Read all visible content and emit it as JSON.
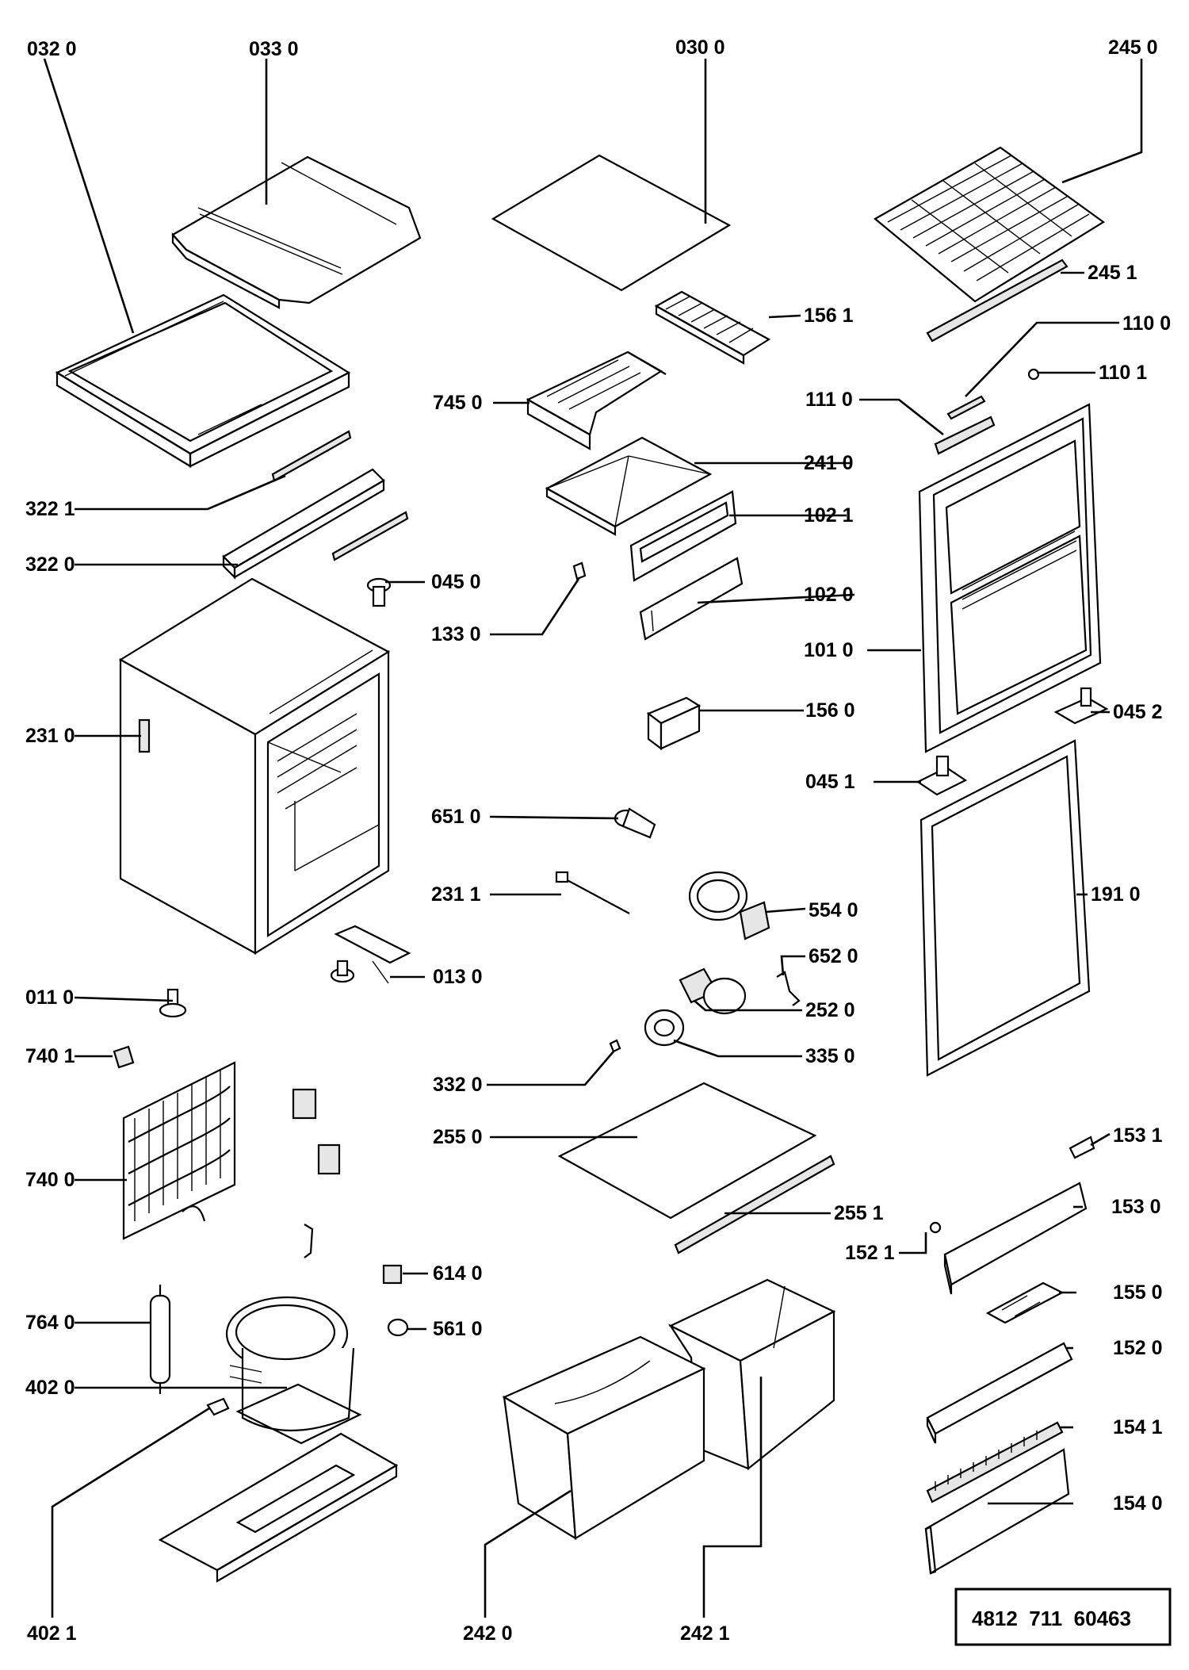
{
  "diagram": {
    "catalog_number": "4812  711  60463",
    "labels": {
      "p032_0": "032 0",
      "p033_0": "033  0",
      "p030_0": "030 0",
      "p245_0": "245 0",
      "p245_1": "245 1",
      "p156_1": "156 1",
      "p110_0": "110 0",
      "p110_1": "110 1",
      "p745_0": "745 0",
      "p111_0": "111  0",
      "p241_0": "241 0",
      "p322_1": "322 1",
      "p102_1": "102 1",
      "p322_0": "322 0",
      "p045_0": "045 0",
      "p102_0": "102  0",
      "p133_0": "133 0",
      "p101_0": "101  0",
      "p231_0": "231 0",
      "p156_0": "156  0",
      "p045_2": "045 2",
      "p045_1": "045 1",
      "p651_0": "651 0",
      "p231_1": "231 1",
      "p191_0": "191 0",
      "p554_0": "554 0",
      "p652_0": "652 0",
      "p013_0": "013 0",
      "p011_0": "011 0",
      "p252_0": "252 0",
      "p740_1": "740 1",
      "p335_0": "335 0",
      "p332_0": "332 0",
      "p255_0": "255 0",
      "p153_1": "153 1",
      "p740_0": "740 0",
      "p255_1": "255  1",
      "p153_0": "153 0",
      "p152_1": "152 1",
      "p614_0": "614 0",
      "p155_0": "155 0",
      "p764_0": "764 0",
      "p561_0": "561 0",
      "p152_0": "152 0",
      "p402_0": "402 0",
      "p154_1": "154 1",
      "p154_0": "154 0",
      "p402_1": "402 1",
      "p242_0": "242  0",
      "p242_1": "242 1"
    }
  }
}
